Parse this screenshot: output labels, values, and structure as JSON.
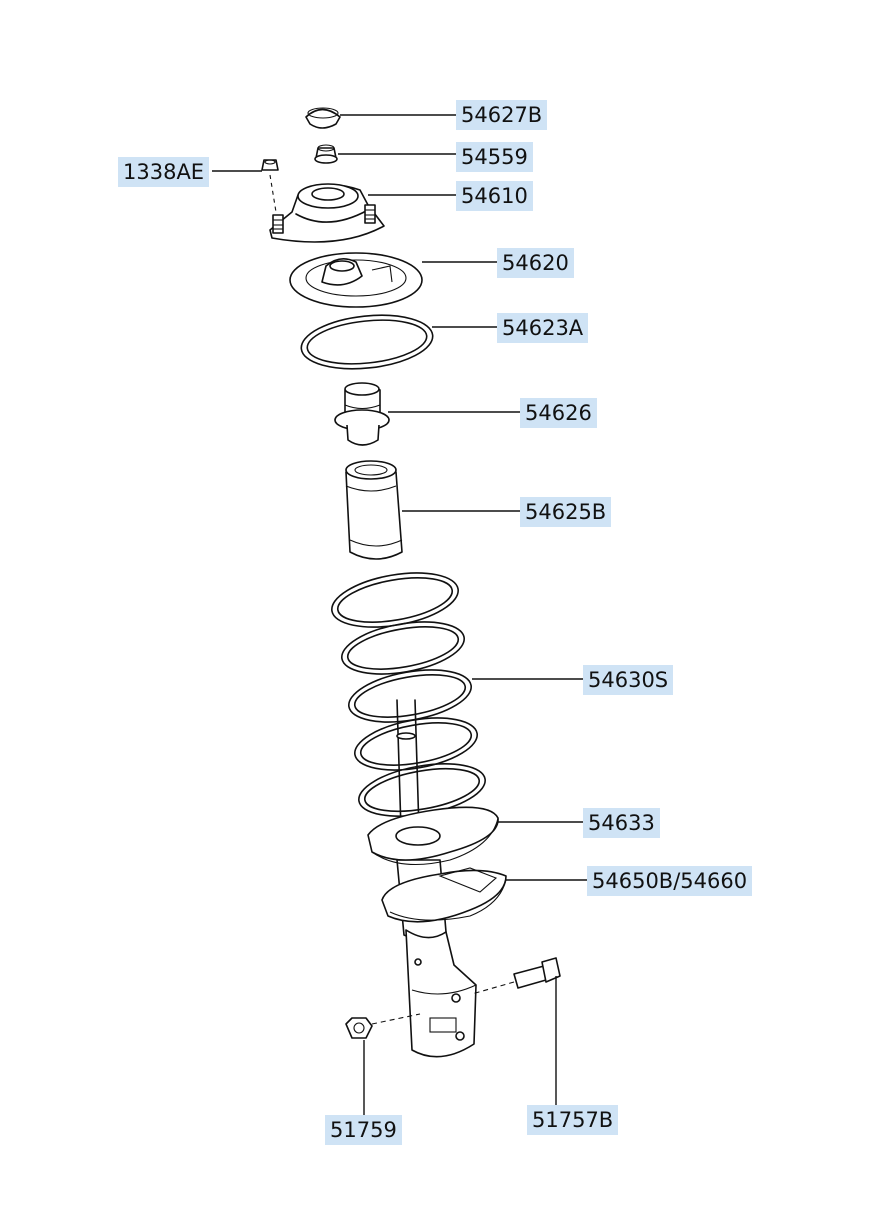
{
  "diagram": {
    "labels": {
      "l54627B": "54627B",
      "l54559": "54559",
      "l1338AE": "1338AE",
      "l54610": "54610",
      "l54620": "54620",
      "l54623A": "54623A",
      "l54626": "54626",
      "l54625B": "54625B",
      "l54630S": "54630S",
      "l54633": "54633",
      "l54650B": "54650B/54660",
      "l51759": "51759",
      "l51757B": "51757B"
    },
    "colors": {
      "label_highlight": "#cfe3f5",
      "line": "#111111"
    }
  }
}
